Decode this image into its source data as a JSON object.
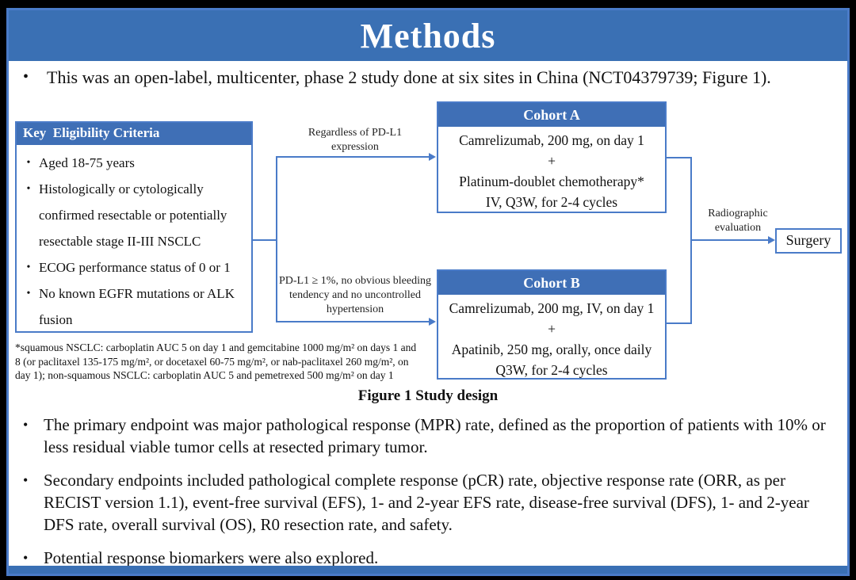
{
  "colors": {
    "band_blue": "#3a70b4",
    "header_fill_blue": "#3f6fb6",
    "line_blue": "#4a7bc8"
  },
  "header": {
    "title": "Methods"
  },
  "intro_bullet": "This was an open-label, multicenter, phase 2 study done at six sites in China (NCT04379739; Figure 1).",
  "figure": {
    "caption": "Figure 1 Study design",
    "eligibility": {
      "title": "Key  Eligibility Criteria",
      "items": [
        "Aged 18-75 years",
        "Histologically or cytologically confirmed resectable or potentially resectable stage II-III NSCLC",
        "ECOG performance status of 0 or 1",
        "No known EGFR mutations or ALK fusion"
      ]
    },
    "branch_top_label": "Regardless of PD-L1 expression",
    "branch_bottom_label": "PD-L1 ≥ 1%, no obvious bleeding tendency and no uncontrolled hypertension",
    "cohort_a": {
      "title": "Cohort A",
      "lines": [
        "Camrelizumab, 200 mg, on day 1",
        "+",
        "Platinum-doublet chemotherapy*",
        "IV, Q3W, for 2-4 cycles"
      ]
    },
    "cohort_b": {
      "title": "Cohort B",
      "lines": [
        "Camrelizumab, 200 mg, IV, on day 1",
        "+",
        "Apatinib, 250 mg, orally, once daily",
        "Q3W, for 2-4 cycles"
      ]
    },
    "evaluation_label": "Radiographic evaluation",
    "surgery_label": "Surgery",
    "footnote": "*squamous NSCLC: carboplatin AUC 5 on day 1 and gemcitabine 1000 mg/m² on days 1 and 8 (or paclitaxel 135-175 mg/m², or docetaxel 60-75 mg/m², or nab-paclitaxel 260 mg/m², on day 1); non-squamous NSCLC: carboplatin AUC 5 and pemetrexed 500 mg/m² on day 1"
  },
  "bullets": [
    "The primary endpoint was major pathological response (MPR) rate, defined as the proportion of patients with 10% or less residual viable tumor cells at resected primary tumor.",
    "Secondary endpoints included pathological complete response (pCR) rate, objective response rate (ORR, as per RECIST version 1.1), event-free survival (EFS), 1- and 2-year EFS rate, disease-free survival (DFS), 1- and 2-year DFS rate, overall survival (OS), R0 resection rate, and safety.",
    "Potential response biomarkers were also explored."
  ]
}
